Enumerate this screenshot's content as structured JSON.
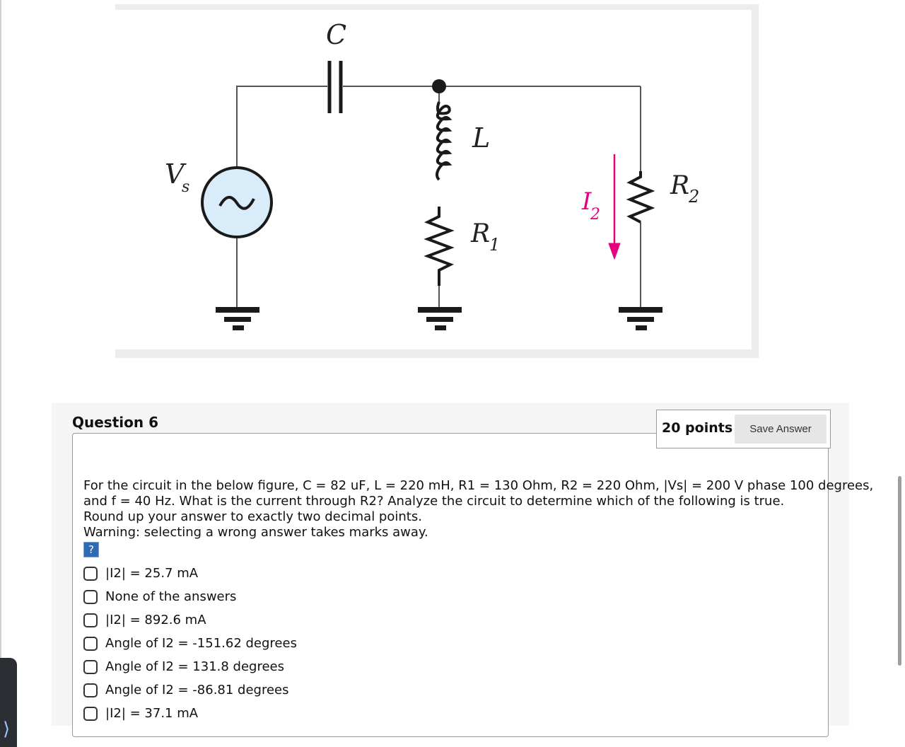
{
  "figure": {
    "labels": {
      "capacitor": "C",
      "inductor": "L",
      "resistor1": "R",
      "resistor1_sub": "1",
      "resistor2": "R",
      "resistor2_sub": "2",
      "source": "V",
      "source_sub": "s",
      "current": "I",
      "current_sub": "2"
    },
    "colors": {
      "source_fill": "#d8ecfa",
      "source_stroke": "#1a1a1a",
      "current_arrow": "#e6007e",
      "wire": "#555555"
    }
  },
  "question": {
    "title": "Question 6",
    "points": "20 points",
    "save_label": "Save Answer",
    "text_lines": [
      "For the circuit in the below figure, C = 82 uF, L = 220 mH, R1 = 130 Ohm, R2 = 220 Ohm, |Vs| = 200 V phase 100 degrees,",
      "and f = 40 Hz. What is the current through R2? Analyze the circuit to determine which of the following is true.",
      "Round up your answer to exactly two decimal points.",
      "Warning: selecting a wrong answer takes marks away."
    ],
    "help_icon": "?",
    "answers": [
      "|I2| = 25.7 mA",
      "None of the answers",
      "|I2| = 892.6 mA",
      "Angle of I2 = -151.62 degrees",
      "Angle of I2 = 131.8 degrees",
      "Angle of I2 = -86.81 degrees",
      "|I2| = 37.1 mA"
    ]
  },
  "side_tab": {
    "icon": "chevron-right-icon",
    "glyph": "⟩"
  }
}
